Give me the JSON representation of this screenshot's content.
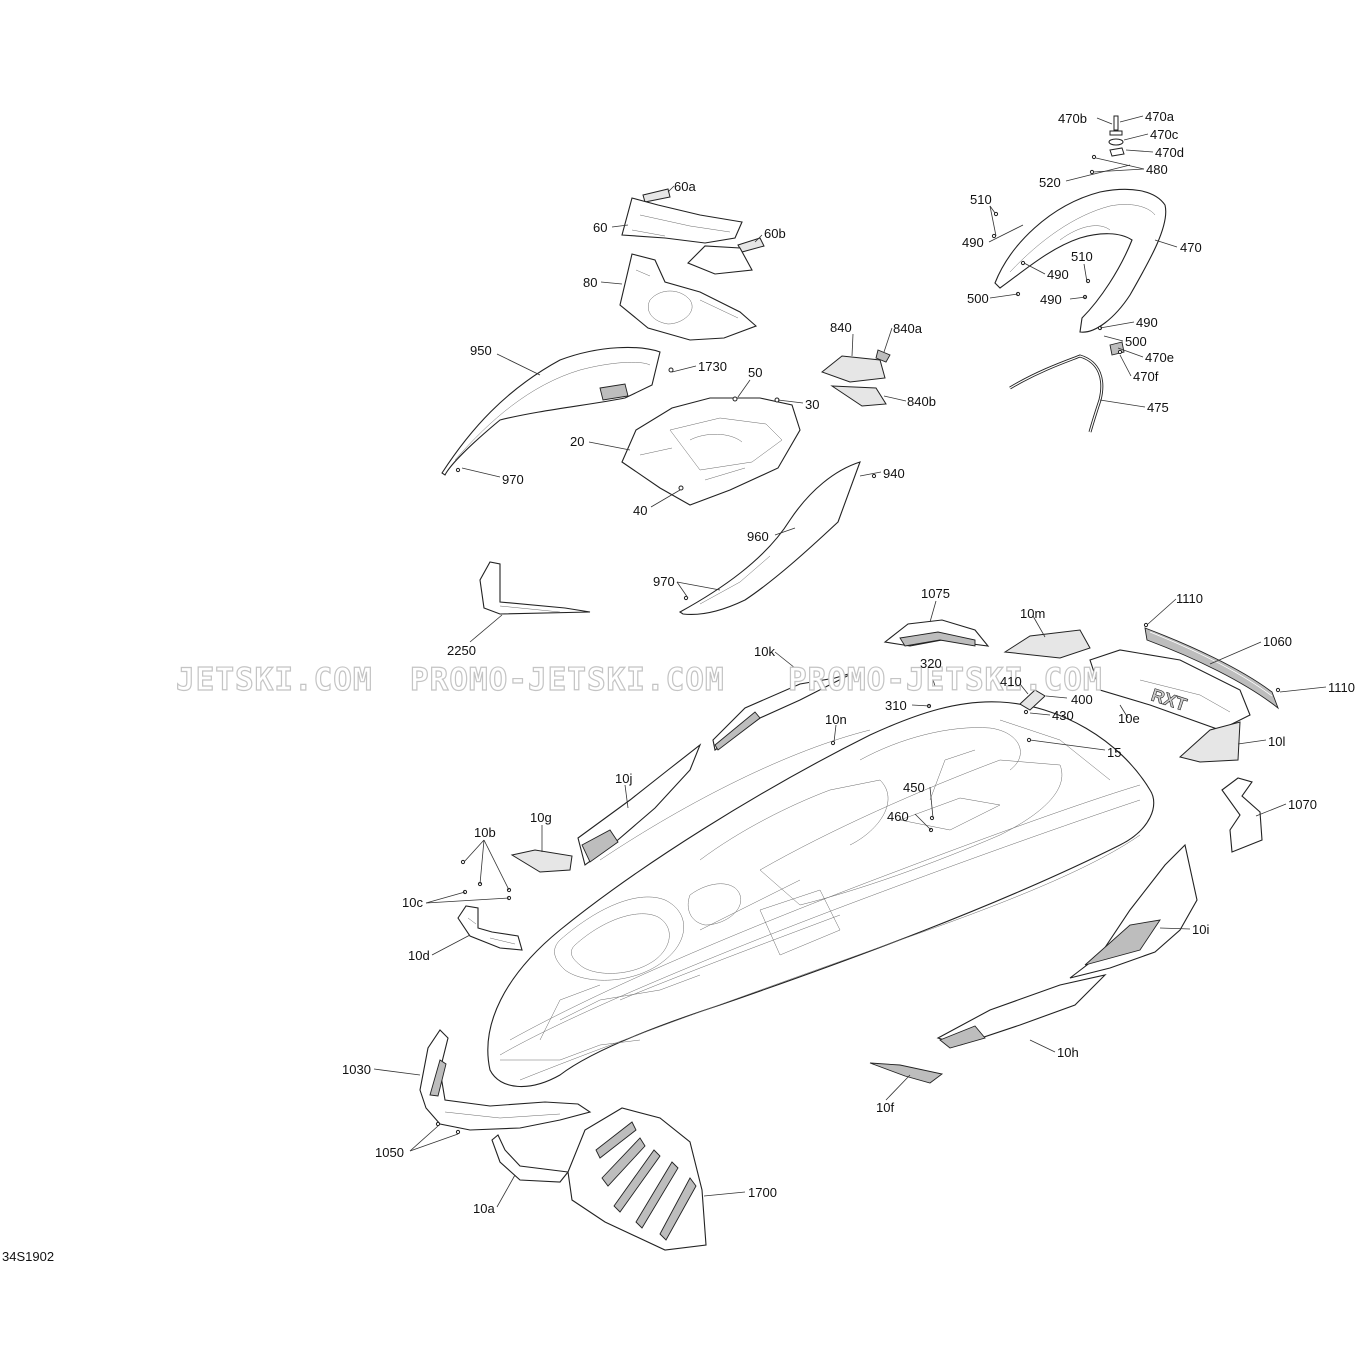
{
  "watermarks": [
    "JETSKI.COM",
    "PROMO-JETSKI.COM",
    "PROMO-JETSKI.COM"
  ],
  "diagram_code": "34S1902",
  "labels": {
    "l470b": "470b",
    "l470a": "470a",
    "l470c": "470c",
    "l470d": "470d",
    "l480": "480",
    "l520": "520",
    "l510a": "510",
    "l490a": "490",
    "l470": "470",
    "l510b": "510",
    "l490b": "490",
    "l500a": "500",
    "l490c": "490",
    "l490d": "490",
    "l500b": "500",
    "l470e": "470e",
    "l470f": "470f",
    "l475": "475",
    "l60a": "60a",
    "l60": "60",
    "l60b": "60b",
    "l80": "80",
    "l840": "840",
    "l840a": "840a",
    "l840b": "840b",
    "l950": "950",
    "l1730": "1730",
    "l50": "50",
    "l30": "30",
    "l20": "20",
    "l970a": "970",
    "l40": "40",
    "l940": "940",
    "l960": "960",
    "l970b": "970",
    "l2250": "2250",
    "l1075": "1075",
    "l10m": "10m",
    "l1110a": "1110",
    "l1060": "1060",
    "l1110b": "1110",
    "l10k": "10k",
    "l320": "320",
    "l410": "410",
    "l400": "400",
    "l310": "310",
    "l430": "430",
    "l10e": "10e",
    "l10n": "10n",
    "l15": "15",
    "l10l": "10l",
    "l10j": "10j",
    "l450": "450",
    "l460": "460",
    "l1070": "1070",
    "l10g": "10g",
    "l10b": "10b",
    "l10c": "10c",
    "l10d": "10d",
    "l10i": "10i",
    "l10h": "10h",
    "l1030": "1030",
    "l10f": "10f",
    "l1050": "1050",
    "l10a": "10a",
    "l1700": "1700"
  }
}
